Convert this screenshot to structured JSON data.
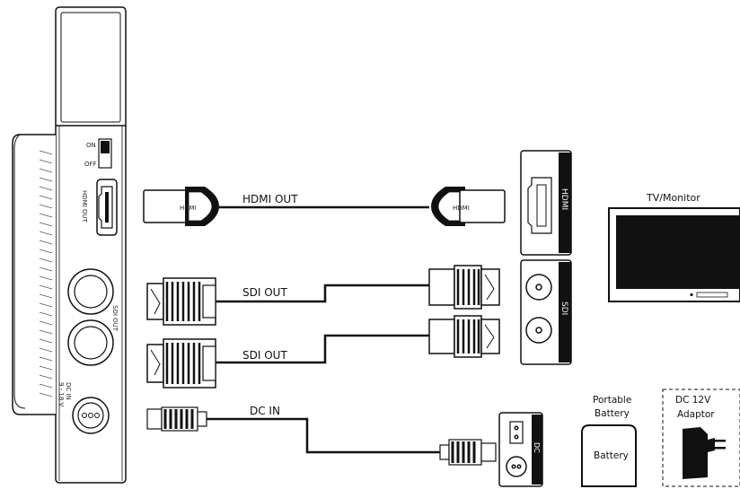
{
  "device": {
    "switch_on": "ON",
    "switch_off": "OFF",
    "hdmi_port": "HDMI OUT",
    "sdi_port": "SDI OUT",
    "dc_port_line1": "DC IN",
    "dc_port_line2": "9 - 18 V"
  },
  "cables": {
    "hdmi_plug_left": "HDMI",
    "hdmi_plug_right": "HDMI",
    "hdmi_label": "HDMI OUT",
    "sdi1_label": "SDI OUT",
    "sdi2_label": "SDI OUT",
    "dc_label": "DC IN"
  },
  "targets": {
    "monitor_hdmi_tab": "HDMI",
    "monitor_sdi_tab": "SDI",
    "dc_tab": "DC",
    "tv_title": "TV/Monitor",
    "battery_title_line1": "Portable",
    "battery_title_line2": "Battery",
    "battery_label": "Battery",
    "adaptor_title_line1": "DC  12V",
    "adaptor_title_line2": "Adaptor"
  }
}
